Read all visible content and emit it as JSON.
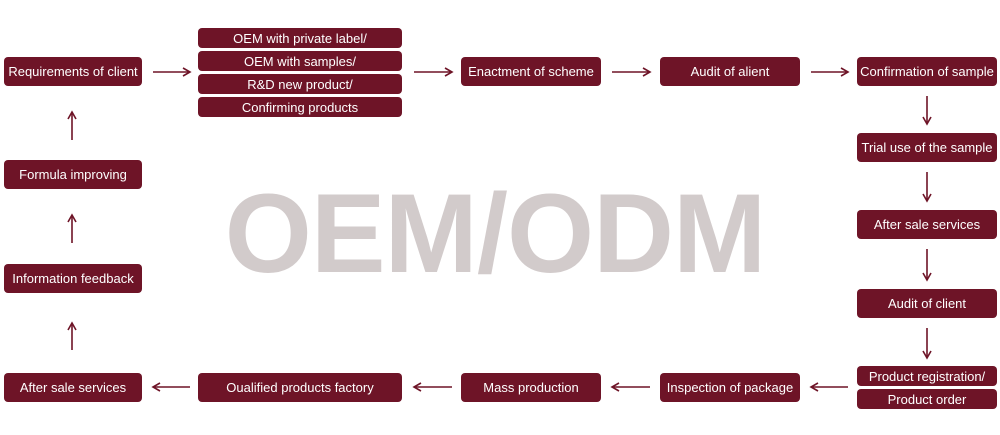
{
  "watermark": "OEM/ODM",
  "top_row": {
    "requirements": "Requirements of client",
    "options": [
      "OEM with private label/",
      "OEM with samples/",
      "R&D new product/",
      "Confirming products"
    ],
    "scheme": "Enactment of scheme",
    "audit_alient": "Audit of alient",
    "confirm_sample": "Confirmation of sample"
  },
  "right_column": {
    "trial_use": "Trial use of the sample",
    "after_sale": "After sale services",
    "audit_client": "Audit of client",
    "registration": "Product registration/",
    "order": "Product order"
  },
  "bottom_row": {
    "inspection": "Inspection of package",
    "mass_production": "Mass production",
    "qualified_factory": "Oualified products factory",
    "after_sale": "After sale services"
  },
  "left_column": {
    "information_feedback": "Information feedback",
    "formula_improving": "Formula improving"
  },
  "colors": {
    "box": "#6e1427",
    "arrow": "#6e1427",
    "watermark": "#d2cbcb"
  }
}
